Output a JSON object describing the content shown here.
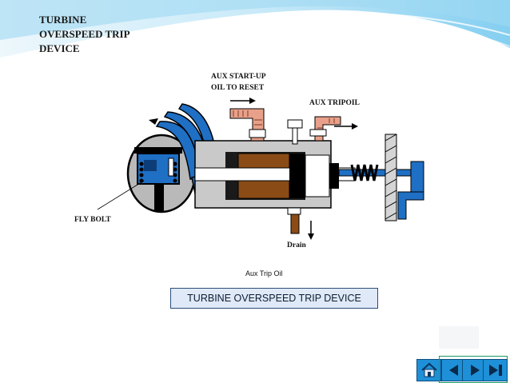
{
  "title_lines": [
    "TURBINE",
    "OVERSPEED TRIP",
    "DEVICE"
  ],
  "labels": {
    "aux_startup_line1": "AUX START-UP",
    "aux_startup_line2": "OIL TO RESET",
    "aux_trip_oil": "AUX TRIPOIL",
    "fly_bolt": "FLY BOLT",
    "drain": "Drain",
    "aux_trip_oil_caption": "Aux Trip Oil"
  },
  "caption": "TURBINE OVERSPEED TRIP DEVICE",
  "nav": {
    "home_icon": "home-icon",
    "prev_icon": "prev-arrow-icon",
    "next_icon": "next-arrow-icon",
    "end_icon": "end-icon"
  },
  "colors": {
    "blue": "#1f6fc4",
    "brown": "#8a4b16",
    "salmon": "#e9a08a",
    "sky_gradient": "#6ec6ee"
  }
}
